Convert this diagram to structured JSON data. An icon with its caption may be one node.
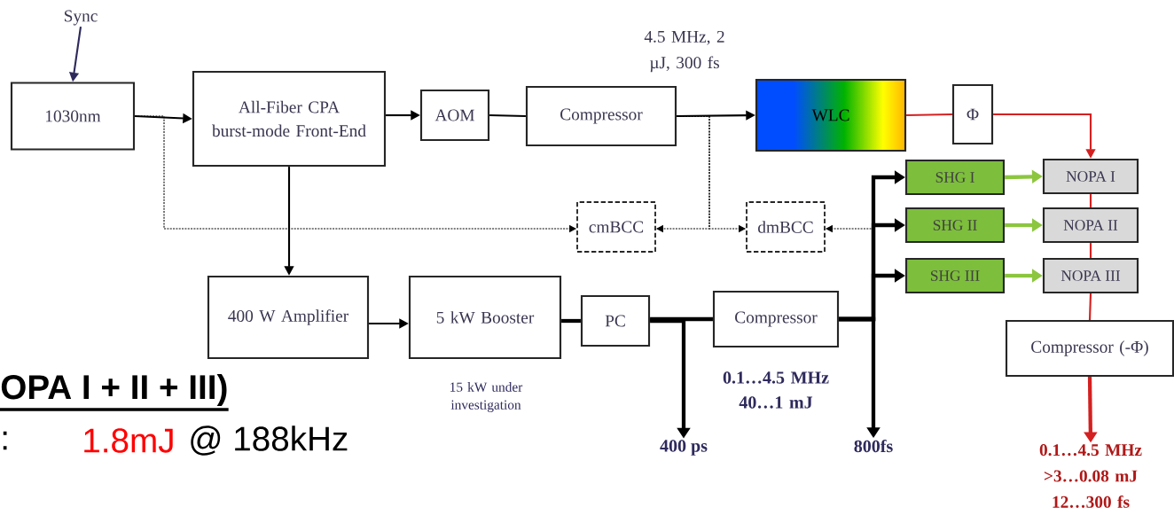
{
  "diagram": {
    "nodes": [
      {
        "text": [
          "Sync"
        ]
      },
      {
        "text": [
          "1030nm"
        ]
      },
      {
        "text": [
          "All-Fiber CPA burst-mode Front-End"
        ]
      },
      {
        "text": [
          "AOM"
        ]
      },
      {
        "text": [
          "Compressor"
        ]
      },
      {
        "text": [
          "WLC"
        ]
      },
      {
        "text": [
          "Φ"
        ]
      },
      {
        "text": [
          "cmBCC"
        ]
      },
      {
        "text": [
          "dmBCC"
        ]
      },
      {
        "text": [
          "SHG I"
        ]
      },
      {
        "text": [
          "SHG II"
        ]
      },
      {
        "text": [
          "SHG III"
        ]
      },
      {
        "text": [
          "NOPA I"
        ]
      },
      {
        "text": [
          "NOPA II"
        ]
      },
      {
        "text": [
          "NOPA III"
        ]
      },
      {
        "text": [
          "400 W Amplifier"
        ]
      },
      {
        "text": [
          "5 kW Booster"
        ],
        "beside": [
          "15 kW under investigation"
        ]
      },
      {
        "text": [
          "PC"
        ]
      },
      {
        "text": [
          "Compressor"
        ],
        "beside": [
          "0.1…4.5 MHz 40…1 mJ"
        ]
      },
      {
        "text": [
          "Compressor (-Φ)"
        ]
      },
      {
        "text": [
          "400 ps"
        ]
      },
      {
        "text": [
          "800fs"
        ]
      },
      {
        "text": [
          "0.1…4.5 MHz >3…0.08 mJ 12…300 fs"
        ]
      }
    ],
    "edges": [
      {
        "from": 0,
        "to": 1,
        "arrow": "to",
        "color": "#2e2a5c"
      },
      {
        "from": 1,
        "to": 2,
        "arrow": "to"
      },
      {
        "from": 2,
        "to": 3,
        "arrow": "to"
      },
      {
        "from": 3,
        "to": 4,
        "arrow": "none"
      },
      {
        "from": 4,
        "to": 5,
        "arrow": "to",
        "label": "4.5 MHz, 2 µJ, 300 fs"
      },
      {
        "from": 5,
        "to": 6,
        "arrow": "none",
        "color": "#d42020"
      },
      {
        "from": 6,
        "to": 12,
        "arrow": "to",
        "color": "#d42020"
      },
      {
        "from": 12,
        "to": 13,
        "arrow": "none",
        "color": "#d42020"
      },
      {
        "from": 13,
        "to": 14,
        "arrow": "none",
        "color": "#d42020"
      },
      {
        "from": 14,
        "to": 19,
        "arrow": "none",
        "color": "#d42020"
      },
      {
        "from": 19,
        "to": 22,
        "arrow": "to",
        "style": "thick",
        "color": "#d42020"
      },
      {
        "from": 2,
        "to": 15,
        "arrow": "to"
      },
      {
        "from": 15,
        "to": 16,
        "arrow": "to"
      },
      {
        "from": 16,
        "to": 17,
        "arrow": "none",
        "style": "thick"
      },
      {
        "from": 17,
        "to": 18,
        "arrow": "none",
        "style": "thick"
      },
      {
        "from": 17,
        "to": 20,
        "arrow": "to",
        "style": "thick"
      },
      {
        "from": 18,
        "to": 21,
        "arrow": "to",
        "style": "thick"
      },
      {
        "from": 18,
        "to": 9,
        "arrow": "to",
        "style": "thick"
      },
      {
        "from": 18,
        "to": 10,
        "arrow": "to",
        "style": "thick"
      },
      {
        "from": 18,
        "to": 11,
        "arrow": "to",
        "style": "thick"
      },
      {
        "from": 9,
        "to": 12,
        "arrow": "to",
        "style": "thick",
        "color": "#8cc63f"
      },
      {
        "from": 10,
        "to": 13,
        "arrow": "to",
        "style": "thick",
        "color": "#8cc63f"
      },
      {
        "from": 11,
        "to": 14,
        "arrow": "to",
        "style": "thick",
        "color": "#8cc63f"
      },
      {
        "from": 1,
        "to": 7,
        "arrow": "to",
        "style": "dashed"
      },
      {
        "from": 4,
        "to": 7,
        "arrow": "to",
        "style": "dashed"
      },
      {
        "from": 4,
        "to": 8,
        "arrow": "to",
        "style": "dashed"
      },
      {
        "from": 18,
        "to": 8,
        "arrow": "to",
        "style": "dashed"
      }
    ],
    "labels": [
      "OPA I + II + III)",
      ":",
      "1.8mJ",
      "@ 188kHz"
    ]
  }
}
